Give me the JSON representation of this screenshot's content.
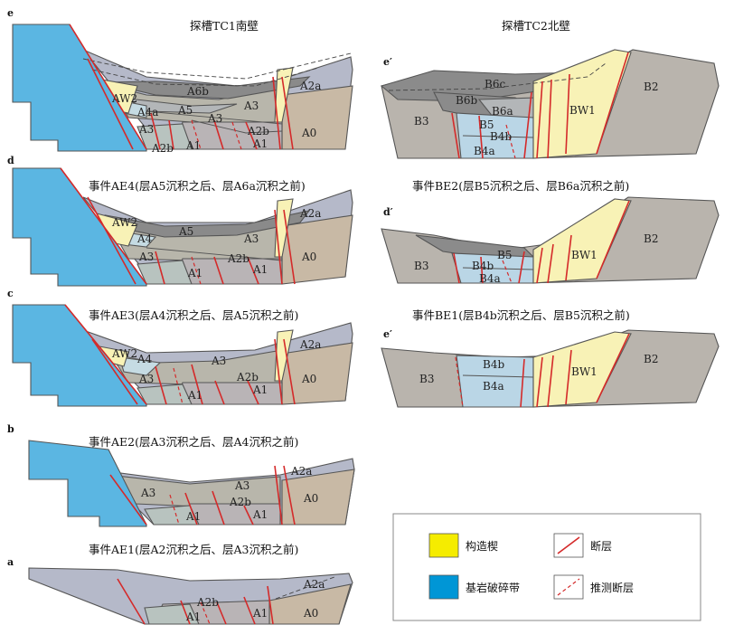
{
  "colors": {
    "bedrock": "#5bb6e2",
    "wedge": "#f8f2b6",
    "wedge_legend": "#f5ec00",
    "bedrock_legend": "#0096d6",
    "A0": "#c8b9a5",
    "A1": "#b8c3bf",
    "A2": "#b9b4b6",
    "A2a": "#b5b9c9",
    "A3": "#b8b6ab",
    "A4": "#c5dbe3",
    "A5": "#b3b6b8",
    "A6": "#8a8a8a",
    "B": "#b9b4ad",
    "B4": "#bad6e6",
    "B6": "#8b8b8b",
    "fault": "#d42a2a"
  },
  "tc1": {
    "title": "探槽TC1南壁",
    "panels": [
      {
        "letter": "e",
        "caption": "",
        "labels": [
          "AW2",
          "A4a",
          "A6b",
          "A5",
          "A3",
          "A3",
          "A2a",
          "A3",
          "A2b",
          "A1",
          "A2b",
          "A1",
          "A0"
        ]
      },
      {
        "letter": "d",
        "caption": "事件AE4(层A5沉积之后、层A6a沉积之前)",
        "labels": [
          "AW2",
          "A4",
          "A5",
          "A3",
          "A3",
          "A2a",
          "A2b",
          "A1",
          "A1",
          "A0"
        ]
      },
      {
        "letter": "c",
        "caption": "事件AE3(层A4沉积之后、层A5沉积之前)",
        "labels": [
          "AW2",
          "A4",
          "A3",
          "A3",
          "A2a",
          "A2b",
          "A1",
          "A1",
          "A0"
        ]
      },
      {
        "letter": "b",
        "caption": "事件AE2(层A3沉积之后、层A4沉积之前)",
        "labels": [
          "A3",
          "A3",
          "A2a",
          "A2b",
          "A1",
          "A1",
          "A0"
        ]
      },
      {
        "letter": "a",
        "caption": "事件AE1(层A2沉积之后、层A3沉积之前)",
        "labels": [
          "A2a",
          "A2b",
          "A1",
          "A1",
          "A0"
        ]
      }
    ]
  },
  "tc2": {
    "title": "探槽TC2北壁",
    "panels": [
      {
        "letter": "e′",
        "caption": "",
        "labels": [
          "B6c",
          "B6b",
          "B6a",
          "B3",
          "B5",
          "B4b",
          "B4a",
          "BW1",
          "B2"
        ]
      },
      {
        "letter": "d′",
        "caption": "事件BE2(层B5沉积之后、层B6a沉积之前)",
        "labels": [
          "B3",
          "B5",
          "B4b",
          "B4a",
          "BW1",
          "B2"
        ]
      },
      {
        "letter": "e′",
        "caption": "事件BE1(层B4b沉积之后、层B5沉积之前)",
        "labels": [
          "B3",
          "B4b",
          "B4a",
          "BW1",
          "B2"
        ]
      }
    ]
  },
  "legend": {
    "wedge": "构造楔",
    "bedrock": "基岩破碎带",
    "fault": "断层",
    "inferred_fault": "推测断层"
  }
}
